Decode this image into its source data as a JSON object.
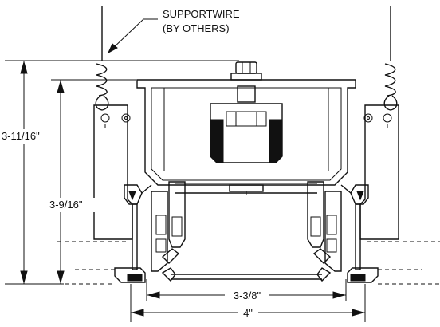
{
  "callout": {
    "line1": "SUPPORTWIRE",
    "line2": "(BY OTHERS)"
  },
  "dimensions": {
    "outer_height": "3-11/16\"",
    "inner_height": "3-9/16\"",
    "inner_width": "3-3/8\"",
    "outer_width": "4\""
  }
}
